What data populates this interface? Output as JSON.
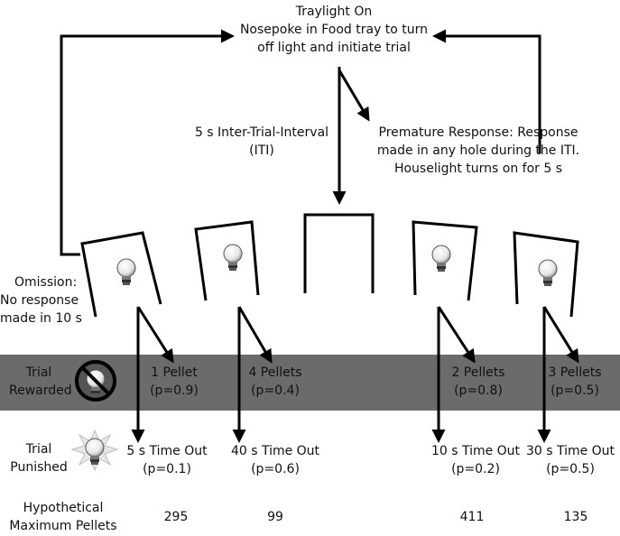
{
  "top": {
    "line1": "Traylight On",
    "line2": "Nosepoke in Food tray to turn",
    "line3": "off light and initiate trial"
  },
  "iti": {
    "line1": "5 s Inter-Trial-Interval",
    "line2": "(ITI)"
  },
  "premature": {
    "line1": "Premature Response: Response",
    "line2": "made in any hole during the ITI.",
    "line3": "Houselight turns on for 5 s"
  },
  "omission": {
    "line1": "Omission:",
    "line2": "No response",
    "line3": "made in 10 s"
  },
  "rewarded": {
    "line1": "Trial",
    "line2": "Rewarded"
  },
  "punished": {
    "line1": "Trial",
    "line2": "Punished"
  },
  "maxlabel": {
    "line1": "Hypothetical",
    "line2": "Maximum Pellets"
  },
  "options": [
    {
      "reward": "1 Pellet",
      "reward_p": "(p=0.9)",
      "punish": "5 s Time Out",
      "punish_p": "(p=0.1)",
      "max": "295"
    },
    {
      "reward": "4 Pellets",
      "reward_p": "(p=0.4)",
      "punish": "40 s Time Out",
      "punish_p": "(p=0.6)",
      "max": "99"
    },
    {
      "reward": "2 Pellets",
      "reward_p": "(p=0.8)",
      "punish": "10 s Time Out",
      "punish_p": "(p=0.2)",
      "max": "411"
    },
    {
      "reward": "3 Pellets",
      "reward_p": "(p=0.5)",
      "punish": "30 s Time Out",
      "punish_p": "(p=0.5)",
      "max": "135"
    }
  ],
  "colors": {
    "band": "#6b6b6b",
    "line": "#000000",
    "bulb": "#f2f2f2"
  },
  "icons": [
    "lightbulb-icon",
    "no-symbol-icon",
    "flash-bulb-icon"
  ]
}
